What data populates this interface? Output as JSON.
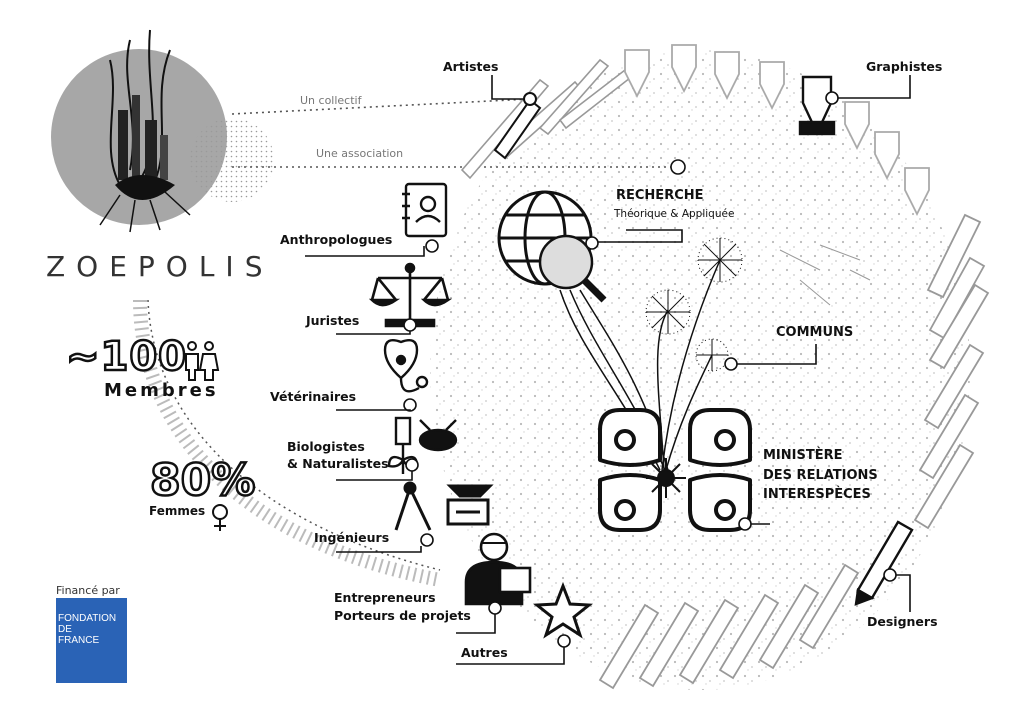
{
  "logo": {
    "letters": "ZOEPOLIS"
  },
  "collectif_label": "Un collectif",
  "association_label": "Une association",
  "members": {
    "count": "~100",
    "label": "Membres"
  },
  "women": {
    "percent": "80%",
    "label": "Femmes"
  },
  "funding": {
    "label": "Financé par",
    "logo_line1": "FONDATION",
    "logo_line2": "DE",
    "logo_line3": "FRANCE"
  },
  "disciplines": {
    "artistes": "Artistes",
    "graphistes": "Graphistes",
    "anthropologues": "Anthropologues",
    "juristes": "Juristes",
    "veterinaires": "Vétérinaires",
    "biologistes_line1": "Biologistes",
    "biologistes_line2": "& Naturalistes",
    "ingenieurs": "Ingénieurs",
    "entrepreneurs_line1": "Entrepreneurs",
    "entrepreneurs_line2": "Porteurs de projets",
    "autres": "Autres",
    "designers": "Designers"
  },
  "center": {
    "recherche_title": "RECHERCHE",
    "recherche_sub": "Théorique & Appliquée",
    "communs": "COMMUNS",
    "ministere_line1": "MINISTÈRE",
    "ministere_line2": "DES RELATIONS",
    "ministere_line3": "INTERESPÈCES"
  }
}
